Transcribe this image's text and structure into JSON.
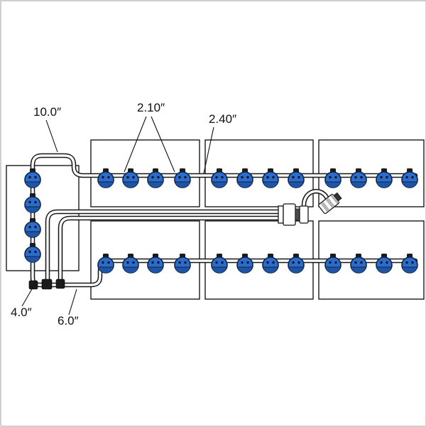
{
  "title": "Battery watering system tubing diagram",
  "labels": {
    "loop_length": "10.0″",
    "cap_spacing": "2.10″",
    "row_gap": "2.40″",
    "tee_drop": "4.0″",
    "feed_length": "6.0″"
  },
  "colors": {
    "cap_blue": "#2d6cc9",
    "cap_shade": "#1f55a6",
    "cap_outline": "#0e2347",
    "tube_outline": "#161616",
    "tube_fill": "#ffffff",
    "box_stroke": "#1a1a1a",
    "fitting_dark": "#1b1b1b",
    "background": "#ffffff"
  },
  "counts": {
    "battery_blocks": 7,
    "caps_top_row": 12,
    "caps_bottom_row": 12,
    "caps_left_block": 4
  }
}
